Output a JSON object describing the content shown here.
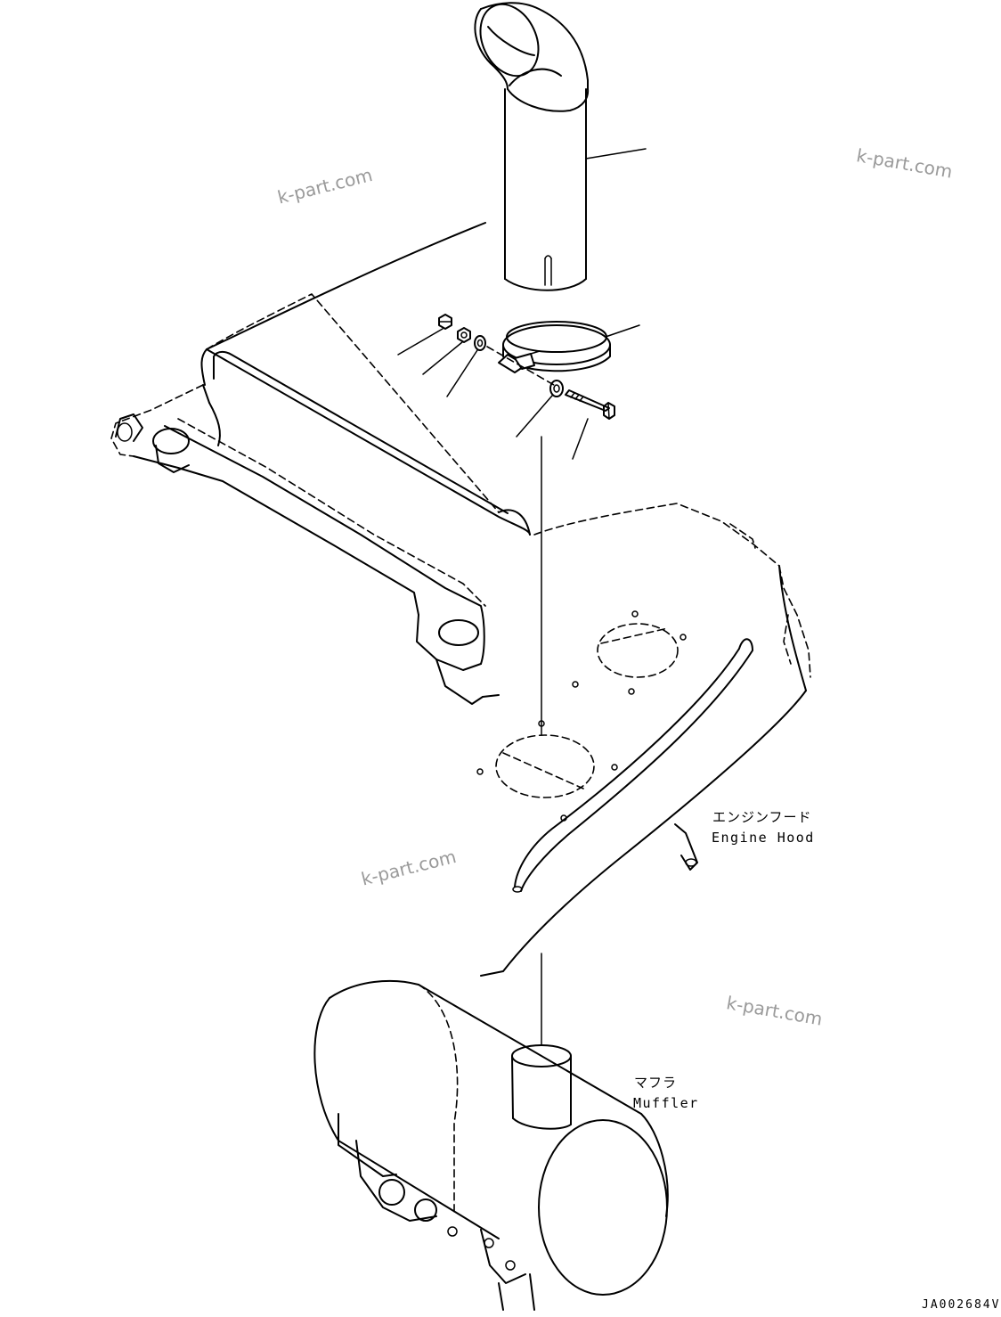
{
  "labels": {
    "engine_hood_jp": "エンジンフード",
    "engine_hood_en": "Engine Hood",
    "muffler_jp": "マフラ",
    "muffler_en": "Muffler"
  },
  "watermark": "k-part.com",
  "drawing_code": "JA002684V"
}
